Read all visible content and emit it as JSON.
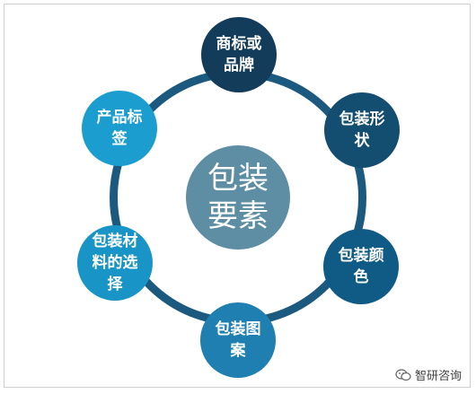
{
  "diagram": {
    "center_line1": "包装",
    "center_line2": "要素",
    "nodes": {
      "top": "商标或品牌",
      "top_right": "包装形状",
      "bottom_right": "包装颜色",
      "bottom": "包装图案",
      "bottom_left": "包装材料的选择",
      "top_left": "产品标签"
    }
  },
  "watermark": {
    "text": "智研咨询"
  },
  "colors": {
    "ring": "#1b5a7e",
    "center": "#5d8ea3",
    "node_top": "#133c5a",
    "node_top_right": "#134d6f",
    "node_bottom_right": "#0f5b86",
    "node_bottom": "#1f7fb0",
    "node_bottom_left": "#1895c6",
    "node_top_left": "#1c9dd0"
  }
}
